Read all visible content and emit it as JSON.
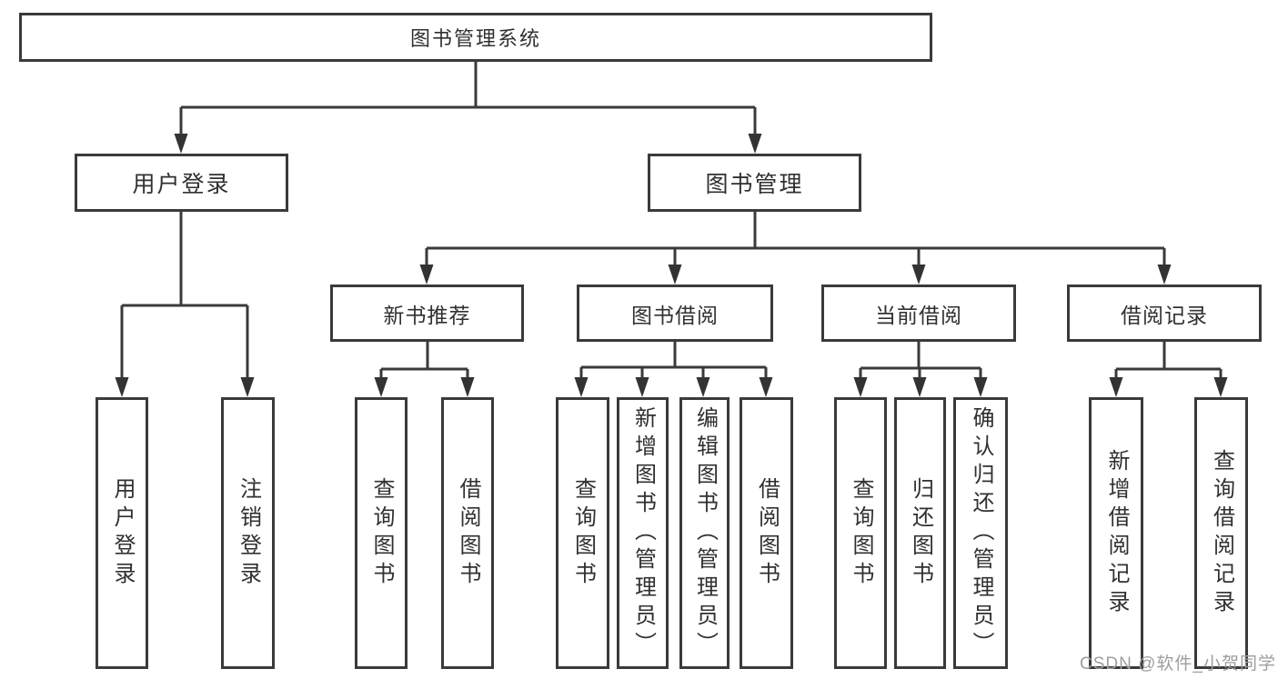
{
  "diagram": {
    "type": "hierarchy-tree",
    "tree": {
      "root": {
        "label": "图书管理系统"
      },
      "level2": [
        {
          "id": "user-login",
          "label": "用户登录"
        },
        {
          "id": "book-management",
          "label": "图书管理"
        }
      ],
      "level3": [
        {
          "id": "new-book-recommend",
          "parent": "book-management",
          "label": "新书推荐"
        },
        {
          "id": "book-borrow",
          "parent": "book-management",
          "label": "图书借阅"
        },
        {
          "id": "current-borrow",
          "parent": "book-management",
          "label": "当前借阅"
        },
        {
          "id": "borrow-records",
          "parent": "book-management",
          "label": "借阅记录"
        }
      ],
      "leaves": [
        {
          "parent": "user-login",
          "label": "用户登录"
        },
        {
          "parent": "user-login",
          "label": "注销登录"
        },
        {
          "parent": "new-book-recommend",
          "label": "查询图书"
        },
        {
          "parent": "new-book-recommend",
          "label": "借阅图书"
        },
        {
          "parent": "book-borrow",
          "label": "查询图书"
        },
        {
          "parent": "book-borrow",
          "label": "新增图书（管理员）"
        },
        {
          "parent": "book-borrow",
          "label": "编辑图书（管理员）"
        },
        {
          "parent": "book-borrow",
          "label": "借阅图书"
        },
        {
          "parent": "current-borrow",
          "label": "查询图书"
        },
        {
          "parent": "current-borrow",
          "label": "归还图书"
        },
        {
          "parent": "current-borrow",
          "label": "确认归还（管理员）"
        },
        {
          "parent": "borrow-records",
          "label": "新增借阅记录"
        },
        {
          "parent": "borrow-records",
          "label": "查询借阅记录"
        }
      ]
    },
    "colors": {
      "line": "#3a3a3a",
      "text": "#303030",
      "box_background": "#ffffff",
      "page_background": "#ffffff",
      "watermark": "#9e9e9e"
    }
  },
  "watermark": {
    "text": "CSDN @软件_小贺同学"
  }
}
